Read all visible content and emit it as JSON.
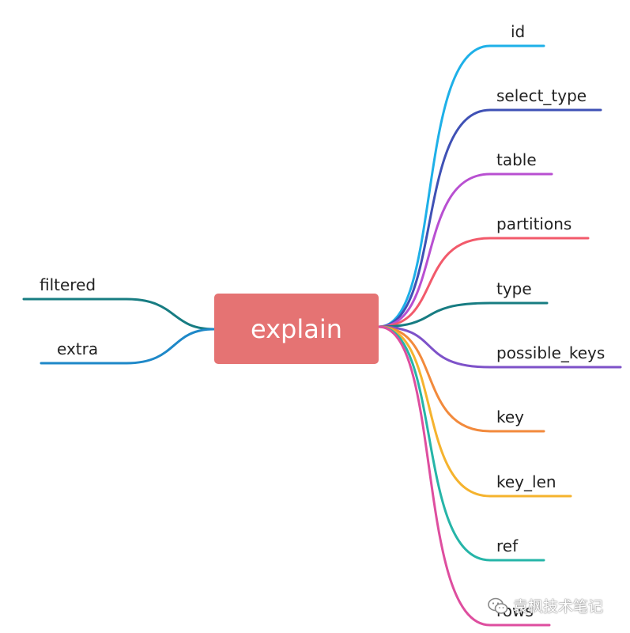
{
  "root": {
    "label": "explain",
    "color": "#e57373"
  },
  "right_branches": [
    {
      "label": "id",
      "color": "#1eb0e8"
    },
    {
      "label": "select_type",
      "color": "#3f51b5"
    },
    {
      "label": "table",
      "color": "#b84fd1"
    },
    {
      "label": "partitions",
      "color": "#f25a6b"
    },
    {
      "label": "type",
      "color": "#177c82"
    },
    {
      "label": "possible_keys",
      "color": "#7e52c9"
    },
    {
      "label": "key",
      "color": "#f28a3c"
    },
    {
      "label": "key_len",
      "color": "#f5b32e"
    },
    {
      "label": "ref",
      "color": "#26b5a8"
    },
    {
      "label": "rows",
      "color": "#de4e9f"
    }
  ],
  "left_branches": [
    {
      "label": "filtered",
      "color": "#177c82"
    },
    {
      "label": "extra",
      "color": "#1e88c8"
    }
  ],
  "watermark": {
    "text": "袁枫技术笔记",
    "icon": "wechat-icon"
  }
}
